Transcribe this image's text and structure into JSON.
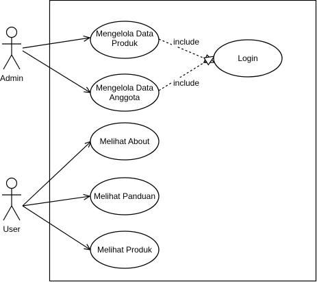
{
  "actors": {
    "admin": {
      "label": "Admin"
    },
    "user": {
      "label": "User"
    }
  },
  "use_cases": {
    "mengelola_data_produk": {
      "line1": "Mengelola Data",
      "line2": "Produk"
    },
    "mengelola_data_anggota": {
      "line1": "Mengelola Data",
      "line2": "Anggota"
    },
    "login": {
      "label": "Login"
    },
    "melihat_about": {
      "label": "Melihat About"
    },
    "melihat_panduan": {
      "label": "Melihat Panduan"
    },
    "melihat_produk": {
      "label": "Melihat Produk"
    }
  },
  "relations": {
    "include_top": "include",
    "include_bottom": "include"
  }
}
